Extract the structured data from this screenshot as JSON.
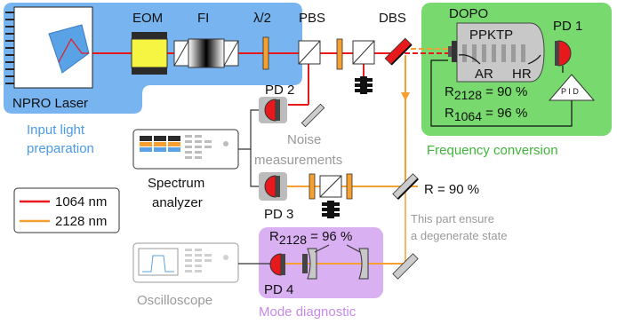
{
  "labels": {
    "npro": "NPRO Laser",
    "input_prep_1": "Input light",
    "input_prep_2": "preparation",
    "eom": "EOM",
    "fi": "FI",
    "half_wave": "λ/2",
    "pbs": "PBS",
    "dbs": "DBS",
    "dopo": "DOPO",
    "ppktp": "PPKTP",
    "ar": "AR",
    "hr": "HR",
    "pd1": "PD 1",
    "pid": "P I D",
    "r2128_dopo_prefix": "R",
    "r2128_dopo_sub": "2128",
    "r2128_dopo_val": " = 90 %",
    "r1064_dopo_prefix": "R",
    "r1064_dopo_sub": "1064",
    "r1064_dopo_val": " = 96 %",
    "freq_conv": "Frequency conversion",
    "pd2": "PD 2",
    "noise_1": "Noise",
    "noise_2": "measurements",
    "spectrum_1": "Spectrum",
    "spectrum_2": "analyzer",
    "pd3": "PD 3",
    "r90": "R = 90 %",
    "ensure_1": "This part ensure",
    "ensure_2": "a degenerate state",
    "legend_1064": "1064 nm",
    "legend_2128": "2128 nm",
    "r2128_mode_prefix": "R",
    "r2128_mode_sub": "2128",
    "r2128_mode_val": " = 96 %",
    "pd4": "PD 4",
    "oscilloscope": "Oscilloscope",
    "mode_diag": "Mode diagnostic"
  },
  "colors": {
    "beam_1064": "#e8191d",
    "beam_2128": "#f5a030",
    "input_panel": "#78b4f0",
    "dopo_panel": "#77d96e",
    "mode_panel": "#d9b0f2",
    "input_label": "#4a9ae8",
    "freq_label": "#3fb53a",
    "mode_label": "#c58ae8",
    "gray_text": "#9a9a9a"
  }
}
